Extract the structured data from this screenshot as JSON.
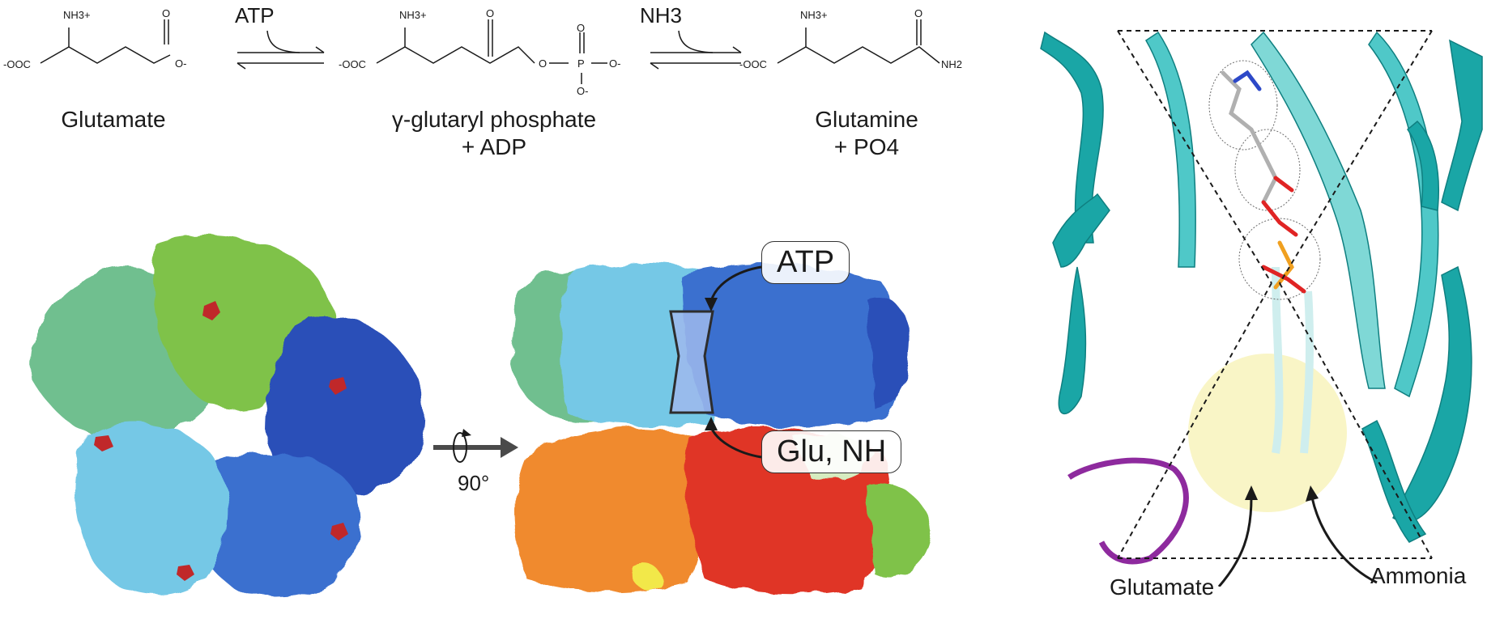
{
  "reaction": {
    "substrate": {
      "name": "Glutamate",
      "ammonium": "NH3+",
      "carboxylate_left": "-OOC",
      "carbonyl_O": "O",
      "carboxylate_O": "O-"
    },
    "step1_reagent": "ATP",
    "intermediate": {
      "name": "γ-glutaryl phosphate",
      "coproduct": "+ ADP",
      "ammonium": "NH3+",
      "carboxylate_left": "-OOC",
      "P": "P",
      "O_labels": [
        "O",
        "O",
        "O",
        "O-",
        "O-"
      ]
    },
    "step2_reagent": "NH3",
    "product": {
      "name": "Glutamine",
      "coproduct": "+ PO4",
      "ammonium": "NH3+",
      "carboxylate_left": "-OOC",
      "carbonyl_O": "O",
      "amide": "NH2"
    }
  },
  "structure_panel": {
    "rotation_label": "90°",
    "callouts": {
      "atp": "ATP",
      "glu_nh": "Glu, NH"
    },
    "colors": {
      "subunit_green_light": "#6fbf8f",
      "subunit_green": "#7fc24a",
      "subunit_blue_dark": "#2a4fb8",
      "subunit_blue": "#3a6fcf",
      "subunit_cyan": "#74c8e6",
      "subunit_orange": "#f08a2e",
      "subunit_red": "#e03528",
      "subunit_yellow": "#f2e84a",
      "ligand_red": "#c0282a"
    }
  },
  "closeup_panel": {
    "labels": {
      "glutamate": "Glutamate",
      "ammonia": "Ammonia"
    },
    "colors": {
      "ribbon_teal": "#1aa6a6",
      "loop_purple": "#8e2a9e",
      "highlight_yellow": "#f7f3b8"
    }
  }
}
